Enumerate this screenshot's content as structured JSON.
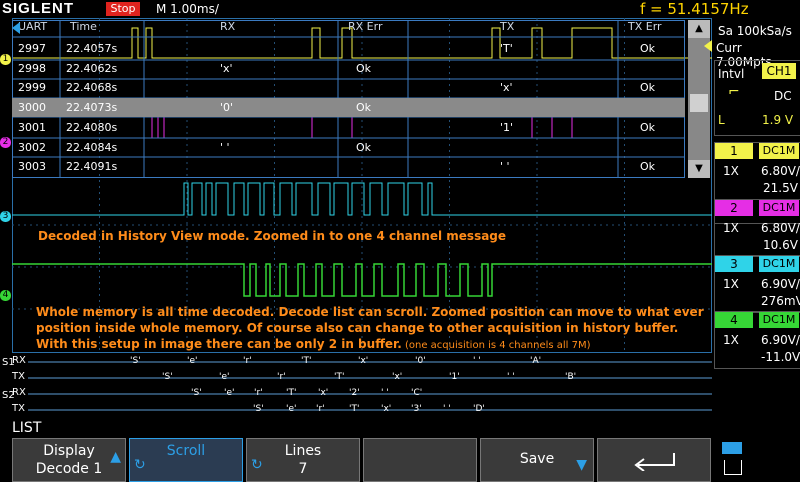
{
  "brand": "SIGLENT",
  "status": "Stop",
  "timebase": "M 1.00ms/",
  "frequency": "f = 51.4157Hz",
  "table": {
    "headers": [
      "UART",
      "Time",
      "RX",
      "RX Err",
      "TX",
      "TX Err"
    ],
    "rows": [
      {
        "id": "2997",
        "time": "22.4057s",
        "rx": "",
        "rx_err": "",
        "tx": "'T'",
        "tx_err": "Ok"
      },
      {
        "id": "2998",
        "time": "22.4062s",
        "rx": "'x'",
        "rx_err": "Ok",
        "tx": "",
        "tx_err": ""
      },
      {
        "id": "2999",
        "time": "22.4068s",
        "rx": "",
        "rx_err": "",
        "tx": "'x'",
        "tx_err": "Ok"
      },
      {
        "id": "3000",
        "time": "22.4073s",
        "rx": "'0'",
        "rx_err": "Ok",
        "tx": "",
        "tx_err": ""
      },
      {
        "id": "3001",
        "time": "22.4080s",
        "rx": "",
        "rx_err": "",
        "tx": "'1'",
        "tx_err": "Ok"
      },
      {
        "id": "3002",
        "time": "22.4084s",
        "rx": "' '",
        "rx_err": "Ok",
        "tx": "",
        "tx_err": ""
      },
      {
        "id": "3003",
        "time": "22.4091s",
        "rx": "",
        "rx_err": "",
        "tx": "' '",
        "tx_err": "Ok"
      }
    ],
    "selected_row": 3
  },
  "acq": {
    "sample_rate": "Sa 100kSa/s",
    "memory": "Curr 7.00Mpts"
  },
  "trigger": {
    "mode": "Intvl",
    "source": "CH1",
    "coupling": "DC",
    "edge_label": "L",
    "level": "1.9 V"
  },
  "channels": [
    {
      "num": "1",
      "coupling": "DC1M",
      "probe": "1X",
      "scale": "6.80V/",
      "offset": "21.5V",
      "color": "#f2f24a"
    },
    {
      "num": "2",
      "coupling": "DC1M",
      "probe": "1X",
      "scale": "6.80V/",
      "offset": "10.6V",
      "color": "#e52ee5"
    },
    {
      "num": "3",
      "coupling": "DC1M",
      "probe": "1X",
      "scale": "6.90V/",
      "offset": "276mV",
      "color": "#2fd3e8"
    },
    {
      "num": "4",
      "coupling": "DC1M",
      "probe": "1X",
      "scale": "6.90V/",
      "offset": "-11.0V",
      "color": "#36d636"
    }
  ],
  "notes": {
    "note1": "Decoded in History View mode. Zoomed in to one 4 channel message",
    "note2": "Whole memory is all time decoded. Decode list can scroll. Zoomed position can move to what ever",
    "note3": "position inside whole memory. Of course also can change to other acquisition in history buffer.",
    "note4": "With this setup in image there can be only 2 in buffer.",
    "note4_small": " (one acquisition is 4 channels all 7M)"
  },
  "bus": {
    "s1_label": "S1",
    "s2_label": "S2",
    "rx": "RX",
    "tx": "TX",
    "s1_rx": [
      "'S'",
      "'e'",
      "'r'",
      "'T'",
      "'x'",
      "'0'",
      "' '",
      "'A'"
    ],
    "s1_tx": [
      "'S'",
      "'e'",
      "'r'",
      "'T'",
      "'x'",
      "'1'",
      "' '",
      "'B'"
    ],
    "s2_rx": [
      "'S'",
      "'e'",
      "'r'",
      "'T'",
      "'x'",
      "'2'",
      "' '",
      "'C'"
    ],
    "s2_tx": [
      "'S'",
      "'e'",
      "'r'",
      "'T'",
      "'x'",
      "'3'",
      "' '",
      "'D'"
    ]
  },
  "menu": {
    "title": "LIST",
    "display_l1": "Display",
    "display_l2": "Decode 1",
    "scroll": "Scroll",
    "lines_l1": "Lines",
    "lines_l2": "7",
    "save": "Save"
  },
  "colors": {
    "grid": "#2a6fa8",
    "table_border": "#3b7ac0",
    "orange": "#ff8c1a"
  }
}
